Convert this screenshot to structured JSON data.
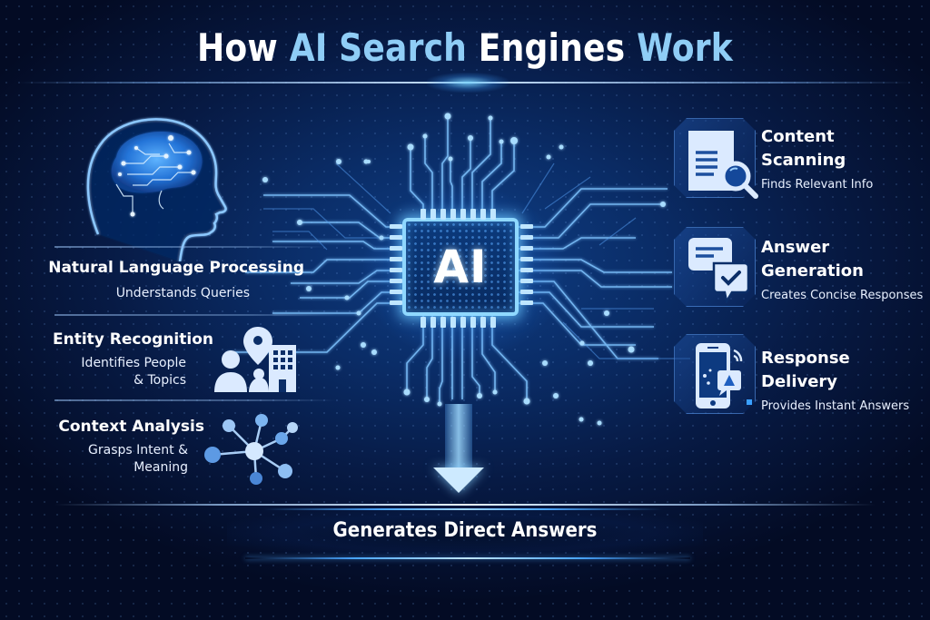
{
  "title": {
    "part1": "How ",
    "part2": "AI Search",
    "part3": " Engines ",
    "part4": "Work",
    "highlight_color": "#8fcdf6"
  },
  "center": {
    "chip_label": "AI",
    "chip_glow_color": "#8fd8ff"
  },
  "left_features": [
    {
      "title": "Natural Language Processing",
      "subtitle": "Understands Queries",
      "icon": "brain-head-icon"
    },
    {
      "title": "Entity Recognition",
      "subtitle_line1": "Identifies People",
      "subtitle_line2": "& Topics",
      "icon": "person-location-building-icon"
    },
    {
      "title": "Context Analysis",
      "subtitle_line1": "Grasps Intent &",
      "subtitle_line2": "Meaning",
      "icon": "network-nodes-icon"
    }
  ],
  "right_features": [
    {
      "title_line1": "Content",
      "title_line2": "Scanning",
      "subtitle": "Finds Relevant Info",
      "icon": "document-search-icon"
    },
    {
      "title_line1": "Answer",
      "title_line2": "Generation",
      "subtitle": "Creates Concise Responses",
      "icon": "chat-check-icon"
    },
    {
      "title_line1": "Response",
      "title_line2": "Delivery",
      "subtitle": "Provides Instant Answers",
      "icon": "phone-message-icon"
    }
  ],
  "bottom": {
    "label": "Generates Direct Answers",
    "icon": "arrow-down-icon"
  },
  "colors": {
    "background_dark": "#030b24",
    "background_mid": "#0a2c66",
    "accent_light": "#8fcdf6",
    "icon_fill": "#dbeaff"
  }
}
